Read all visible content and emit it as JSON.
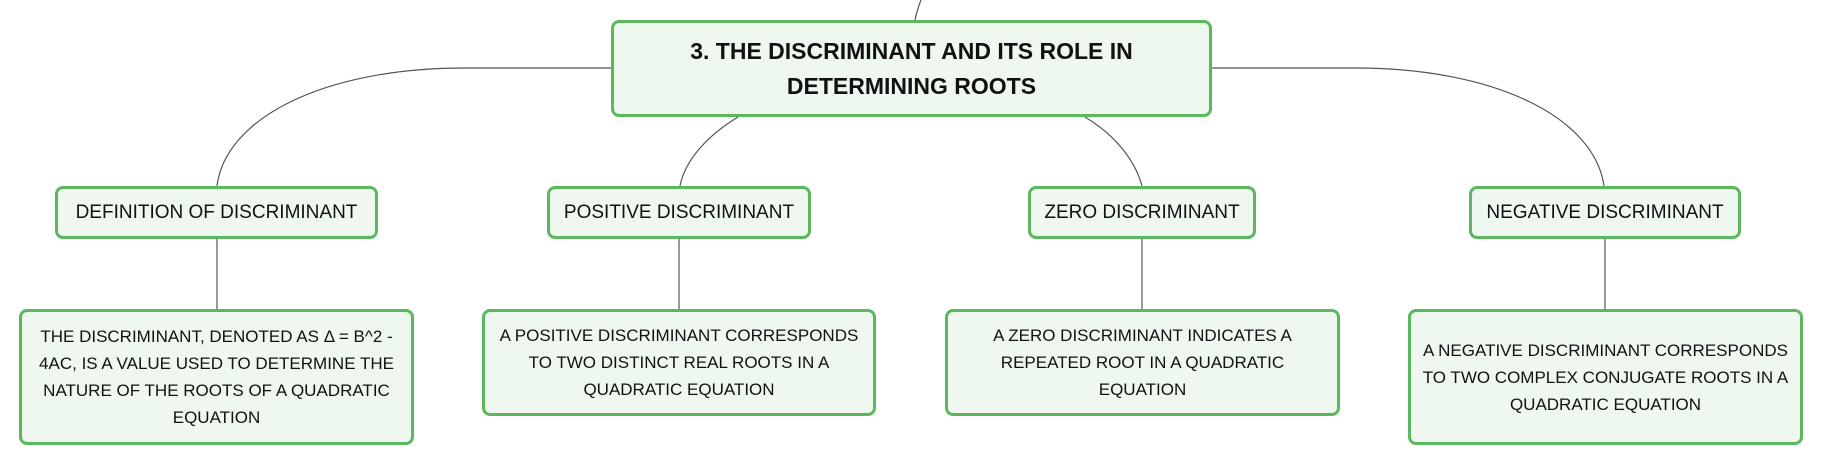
{
  "mindmap": {
    "root": {
      "title": "3. THE DISCRIMINANT AND ITS ROLE IN DETERMINING ROOTS"
    },
    "branches": [
      {
        "topic": "DEFINITION OF DISCRIMINANT",
        "detail": "THE DISCRIMINANT, DENOTED AS Δ = B^2 - 4AC, IS A VALUE USED TO DETERMINE THE NATURE OF THE ROOTS OF A QUADRATIC EQUATION"
      },
      {
        "topic": "POSITIVE DISCRIMINANT",
        "detail": "A POSITIVE DISCRIMINANT CORRESPONDS TO TWO DISTINCT REAL ROOTS IN A QUADRATIC EQUATION"
      },
      {
        "topic": "ZERO DISCRIMINANT",
        "detail": "A ZERO DISCRIMINANT INDICATES A REPEATED ROOT IN A QUADRATIC EQUATION"
      },
      {
        "topic": "NEGATIVE DISCRIMINANT",
        "detail": "A NEGATIVE DISCRIMINANT CORRESPONDS TO TWO COMPLEX CONJUGATE ROOTS IN A QUADRATIC EQUATION"
      }
    ],
    "colors": {
      "node_fill": "#eef8ef",
      "node_border": "#5cb85f",
      "connector": "#555555",
      "text": "#111111"
    }
  }
}
